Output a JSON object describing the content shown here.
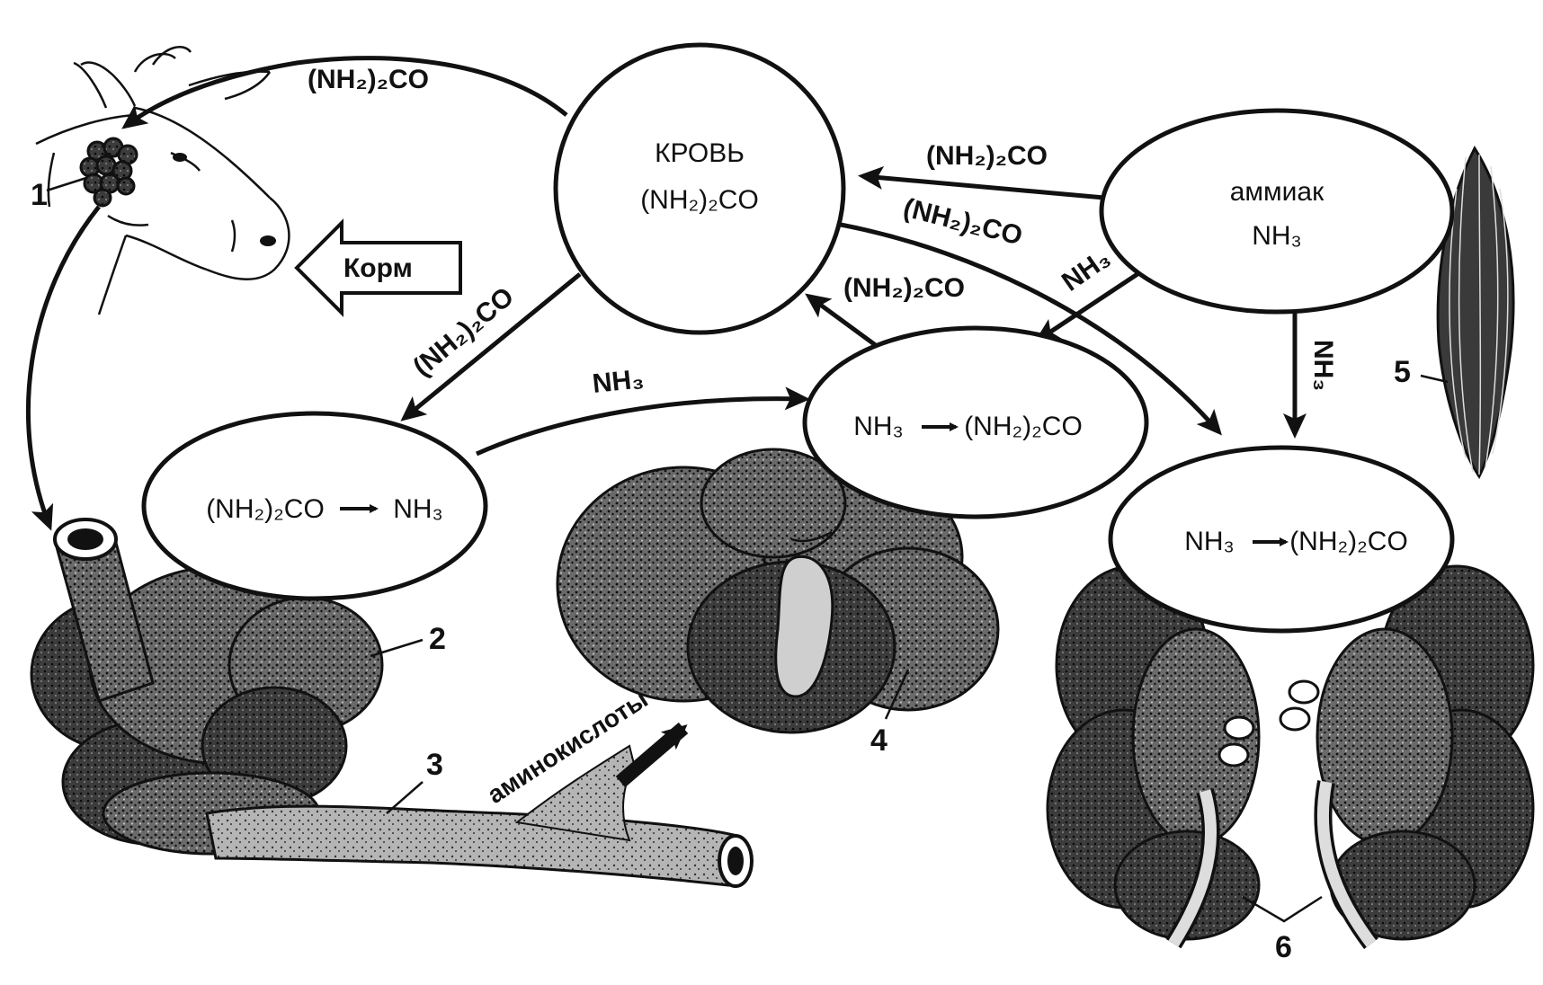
{
  "nodes": {
    "blood": {
      "title": "КРОВЬ",
      "formula": "(NH₂)₂CO"
    },
    "ammonia": {
      "title": "аммиак",
      "formula": "NH₃"
    },
    "rumen": {
      "reaction_left": "(NH₂)₂CO",
      "reaction_right": "NH₃"
    },
    "liver": {
      "reaction_left": "NH₃",
      "reaction_right": "(NH₂)₂CO"
    },
    "kidney": {
      "reaction_left": "NH₃",
      "reaction_right": "(NH₂)₂CO"
    }
  },
  "arrows": {
    "blood_to_saliva": "(NH₂)₂CO",
    "ammonia_to_blood": "(NH₂)₂CO",
    "blood_to_kidney": "(NH₂)₂CO",
    "liver_to_blood": "(NH₂)₂CO",
    "blood_to_rumen": "(NH₂)₂CO",
    "rumen_to_liver": "NH₃",
    "ammonia_to_liver": "NH₃",
    "ammonia_to_kidney": "NH₃",
    "intestine_to_liver": "аминокислоты",
    "feed": "Корм"
  },
  "numbers": {
    "salivary_gland": "1",
    "stomach": "2",
    "intestine": "3",
    "liver": "4",
    "muscle": "5",
    "kidneys": "6"
  }
}
